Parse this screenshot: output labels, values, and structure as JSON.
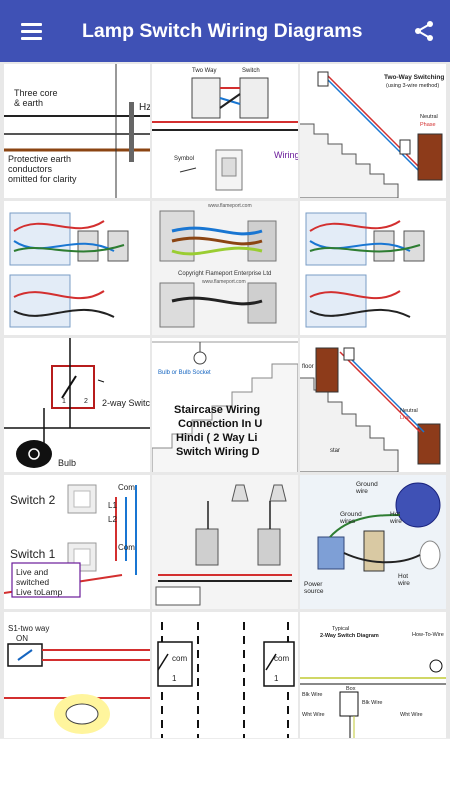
{
  "app": {
    "title": "Lamp Switch Wiring Diagrams",
    "menu_icon": "hamburger-menu-icon",
    "share_icon": "share-icon",
    "bar_color": "#3f51b5"
  },
  "tiles": [
    {
      "texts": {
        "a": "Three core",
        "b": "& earth",
        "c": "Protective earth",
        "d": "conductors",
        "e": "omitted for clarity",
        "f": "Hz"
      }
    },
    {
      "texts": {
        "a": "Two Way",
        "b": "Switch",
        "c": "Symbol",
        "d": "Wiring"
      }
    },
    {
      "texts": {
        "a": "Two-Way Switching",
        "b": "(using 3-wire method)",
        "c": "Neutral",
        "d": "Phase"
      }
    },
    {
      "texts": {}
    },
    {
      "texts": {
        "a": "www.flameport.com",
        "b": "Copyright Flameport Enterprise Ltd",
        "c": "www.flameport.com"
      }
    },
    {
      "texts": {}
    },
    {
      "texts": {
        "a": "2-way Switc",
        "b": "Bulb",
        "c": "1",
        "d": "2"
      }
    },
    {
      "texts": {
        "a": "Bulb or Bulb Socket",
        "b": "Staircase Wiring",
        "c": "Connection In U",
        "d": "Hindi ( 2 Way Li",
        "e": "Switch Wiring D"
      }
    },
    {
      "texts": {
        "a": "floor",
        "b": "Neutral",
        "c": "Live",
        "d": "star"
      }
    },
    {
      "texts": {
        "a": "Switch 2",
        "b": "Switch 1",
        "c": "Com",
        "d": "Com",
        "e": "L1",
        "f": "L2",
        "g": "Live and",
        "h": "switched",
        "i": "Live toLamp"
      }
    },
    {
      "texts": {}
    },
    {
      "texts": {
        "a": "Ground",
        "b": "wire",
        "c": "Ground",
        "d": "wires",
        "e": "Hot",
        "f": "wire",
        "g": "Hot",
        "h": "wire",
        "i": "Power",
        "j": "source"
      }
    },
    {
      "texts": {
        "a": "S1-two way",
        "b": "ON"
      }
    },
    {
      "texts": {
        "a": "com",
        "b": "1",
        "c": "com",
        "d": "1"
      }
    },
    {
      "texts": {
        "a": "Typical",
        "b": "2-Way Switch Diagram",
        "c": "How-To-Wire",
        "d": "Blk Wire",
        "e": "Wht Wire",
        "f": "Blk Wire",
        "g": "Wht Wire",
        "h": "Box"
      }
    }
  ]
}
